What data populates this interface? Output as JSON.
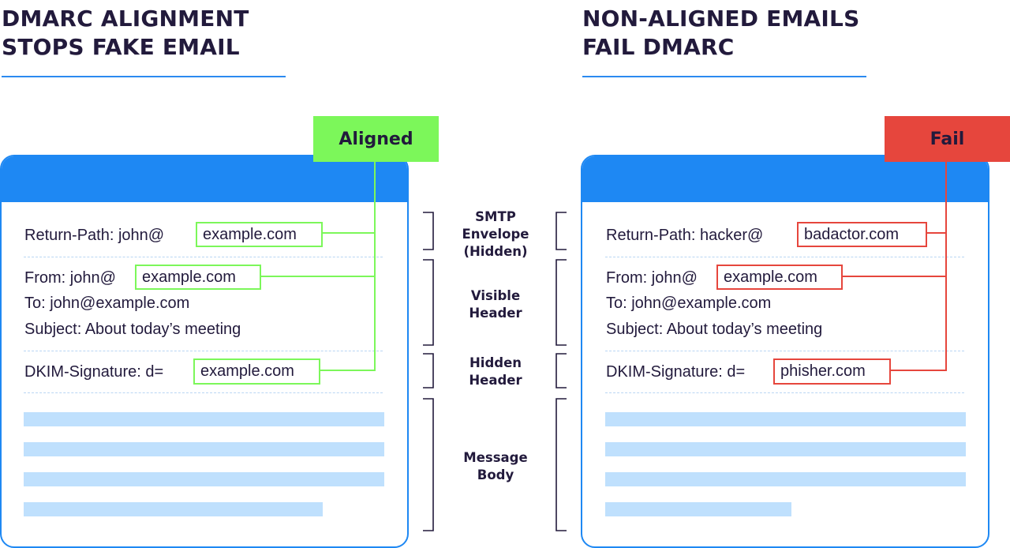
{
  "left": {
    "heading": [
      "DMARC ALIGNMENT",
      "STOPS FAKE EMAIL"
    ],
    "badge": "Aligned",
    "return_path_prefix": "Return-Path: john@",
    "return_path_domain": "example.com",
    "from_prefix": "From: john@",
    "from_domain": "example.com",
    "to": "To: john@example.com",
    "subject": "Subject: About today’s meeting",
    "dkim_prefix": "DKIM-Signature: d=",
    "dkim_domain": "example.com"
  },
  "right": {
    "heading": [
      "NON-ALIGNED EMAILS",
      "FAIL DMARC"
    ],
    "badge": "Fail",
    "return_path_prefix": "Return-Path: hacker@",
    "return_path_domain": "badactor.com",
    "from_prefix": "From: john@",
    "from_domain": "example.com",
    "to": "To: john@example.com",
    "subject": "Subject: About today’s meeting",
    "dkim_prefix": "DKIM-Signature: d=",
    "dkim_domain": "phisher.com"
  },
  "sections": [
    {
      "lines": [
        "SMTP",
        "Envelope",
        "(Hidden)"
      ]
    },
    {
      "lines": [
        "Visible",
        "Header"
      ]
    },
    {
      "lines": [
        "Hidden",
        "Header"
      ]
    },
    {
      "lines": [
        "Message",
        "Body"
      ]
    }
  ],
  "colors": {
    "aligned": "#7cf75a",
    "fail": "#e6463d",
    "card_blue": "#1e88f3",
    "body_bar": "#bfe0fd",
    "text": "#221a3c"
  }
}
